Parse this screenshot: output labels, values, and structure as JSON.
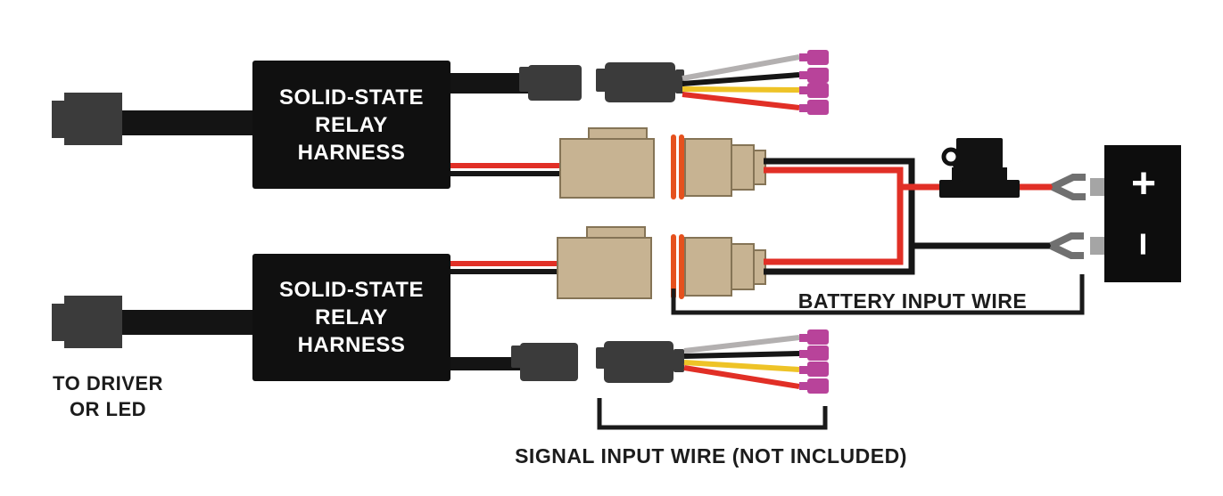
{
  "relay_modules": [
    {
      "label": "SOLID-STATE\nRELAY\nHARNESS"
    },
    {
      "label": "SOLID-STATE\nRELAY\nHARNESS"
    }
  ],
  "labels": {
    "to_driver_or_led": "TO DRIVER\nOR LED",
    "battery_input_wire": "BATTERY INPUT WIRE",
    "signal_input_wire": "SIGNAL INPUT WIRE (NOT INCLUDED)"
  },
  "battery": {
    "positive": "+",
    "negative": "−"
  },
  "signal_wire_colors": [
    "gray",
    "black",
    "yellow",
    "red"
  ],
  "colors": {
    "wire_red": "#e12f26",
    "wire_black": "#161616",
    "wire_yellow": "#eec327",
    "wire_gray": "#b3b0b0",
    "terminal_magenta": "#b8439a",
    "connector_tan": "#c7b392",
    "connector_tan_border": "#857456",
    "seal_orange": "#e5511e",
    "connector_dark_gray": "#3b3b3b",
    "relay_box_black": "#101010",
    "fork_terminal_gray": "#707070",
    "battery_post_gray": "#a5a5a5",
    "battery_black": "#0d0d0d"
  }
}
